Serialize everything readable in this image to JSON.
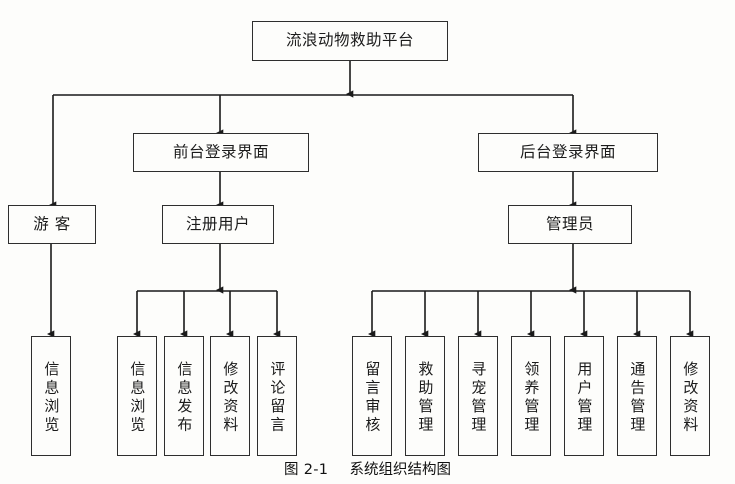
{
  "diagram": {
    "title": "流浪动物救助平台",
    "caption_number": "图 2-1",
    "caption_text": "系统组织结构图",
    "colors": {
      "background": "#fdfdfb",
      "border": "#2e2e2e",
      "line": "#1a1a1a",
      "text": "#1b1b1b"
    },
    "root": {
      "label": "流浪动物救助平台"
    },
    "level2": [
      {
        "label": "前台登录界面"
      },
      {
        "label": "后台登录界面"
      }
    ],
    "level3": [
      {
        "label": "游 客"
      },
      {
        "label": "注册用户"
      },
      {
        "label": "管理员"
      }
    ],
    "guest_leaves": [
      {
        "label": "信息浏览"
      }
    ],
    "user_leaves": [
      {
        "label": "信息浏览"
      },
      {
        "label": "信息发布"
      },
      {
        "label": "修改资料"
      },
      {
        "label": "评论留言"
      }
    ],
    "admin_leaves": [
      {
        "label": "留言审核"
      },
      {
        "label": "救助管理"
      },
      {
        "label": "寻宠管理"
      },
      {
        "label": "领养管理"
      },
      {
        "label": "用户管理"
      },
      {
        "label": "通告管理"
      },
      {
        "label": "修改资料"
      }
    ]
  }
}
